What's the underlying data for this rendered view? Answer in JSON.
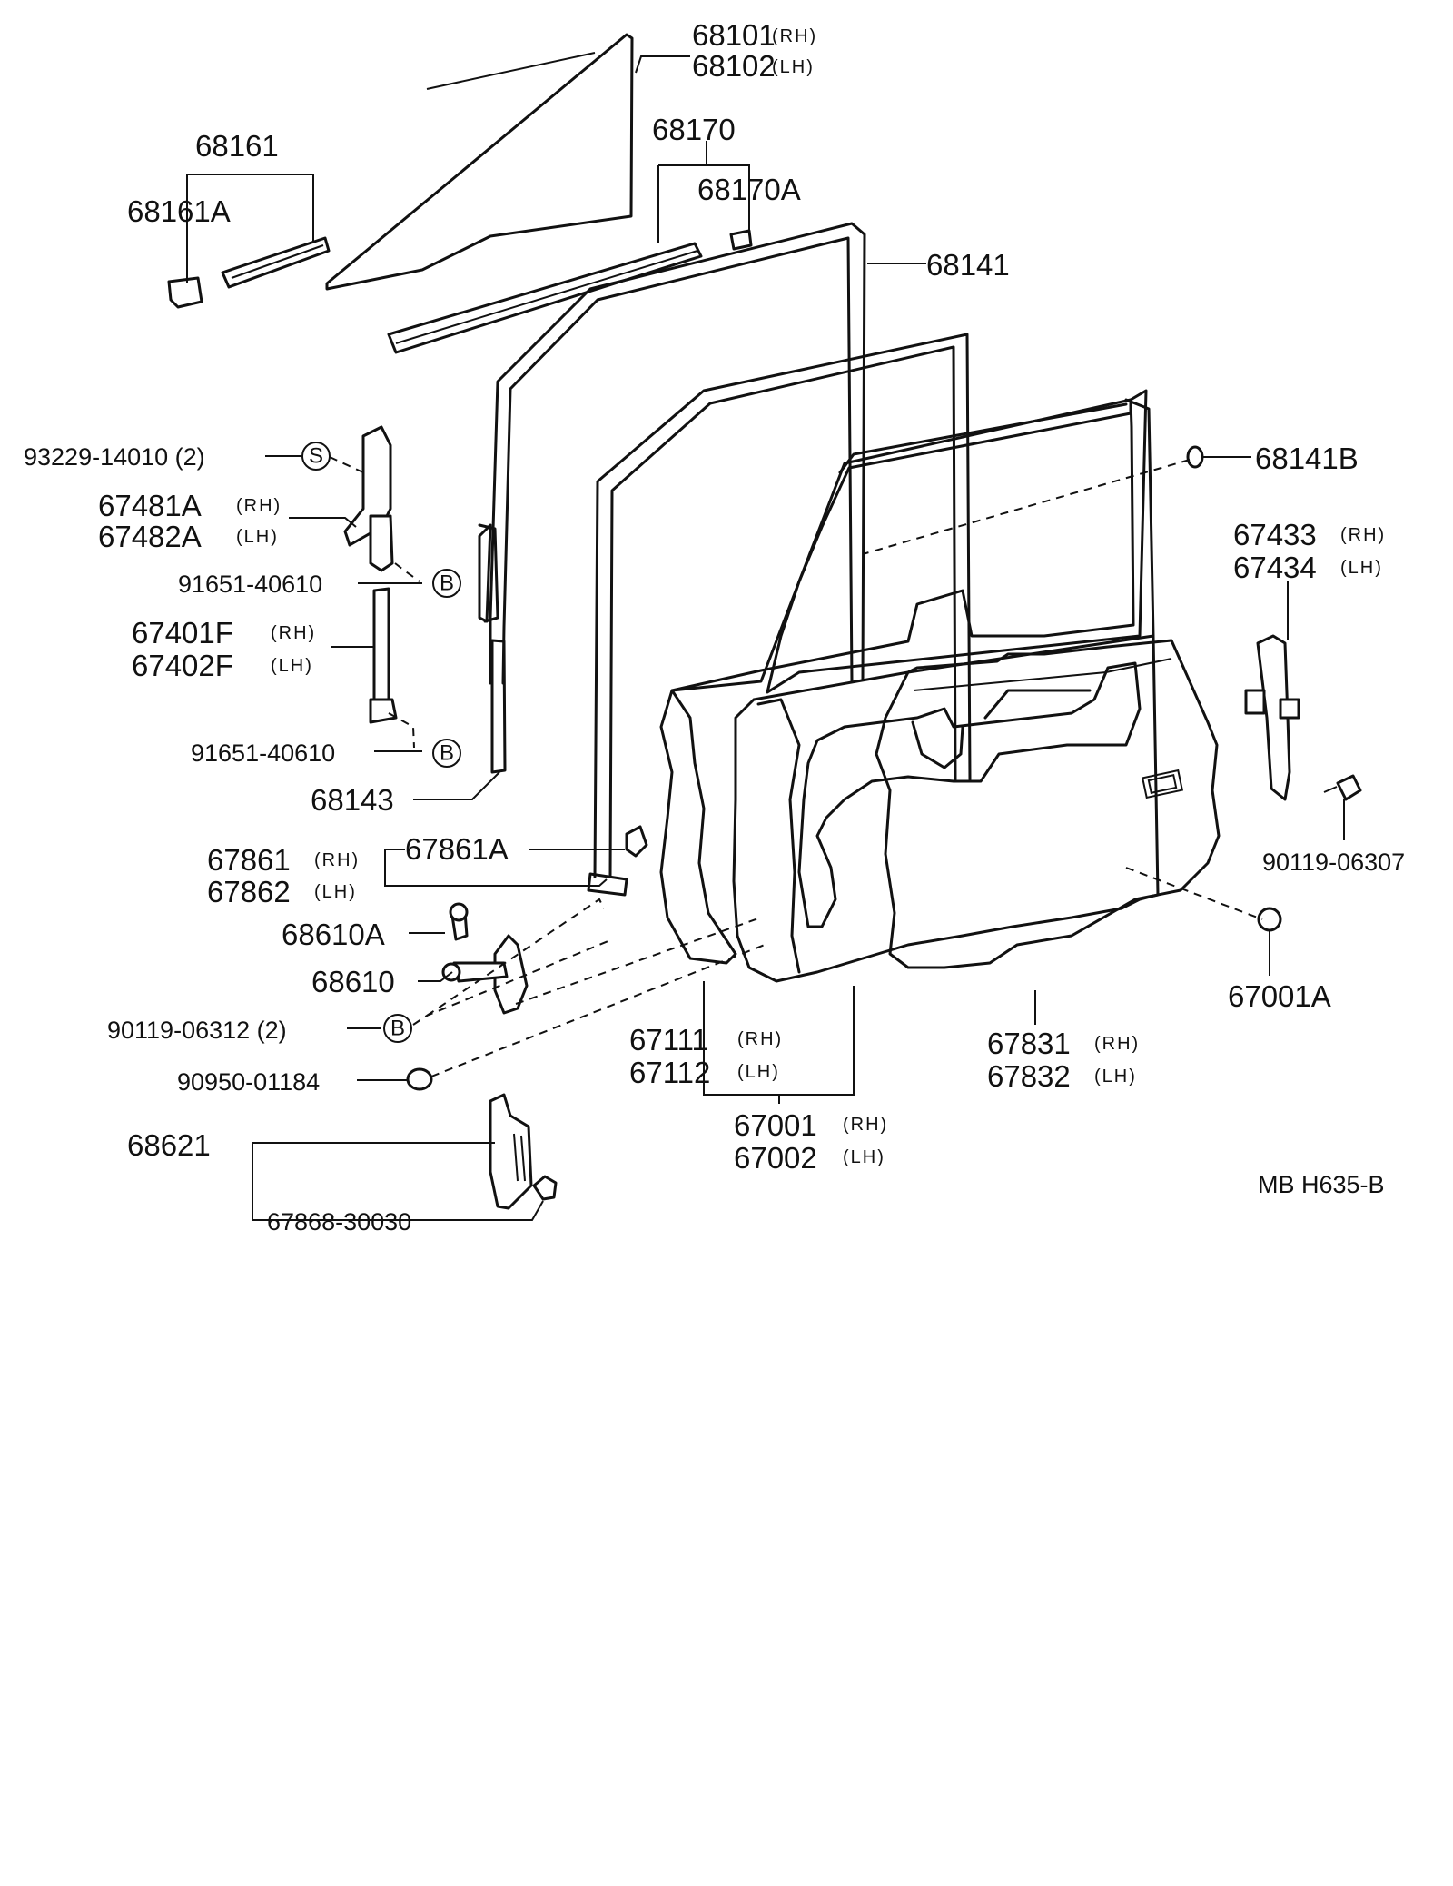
{
  "labels": {
    "p68101": "68101",
    "p68101_rh": "(RH)",
    "p68102": "68102",
    "p68102_lh": "(LH)",
    "p68161": "68161",
    "p68161a": "68161A",
    "p68170": "68170",
    "p68170a": "68170A",
    "p68141": "68141",
    "p68141b": "68141B",
    "p93229": "93229-14010 (2)",
    "p67481a": "67481A",
    "p67481a_rh": "(RH)",
    "p67482a": "67482A",
    "p67482a_lh": "(LH)",
    "p91651_a": "91651-40610",
    "p67401f": "67401F",
    "p67401f_rh": "(RH)",
    "p67402f": "67402F",
    "p67402f_lh": "(LH)",
    "p91651_b": "91651-40610",
    "p68143": "68143",
    "p67861a": "67861A",
    "p67861": "67861",
    "p67861_rh": "(RH)",
    "p67862": "67862",
    "p67862_lh": "(LH)",
    "p68610a": "68610A",
    "p68610": "68610",
    "p90119_06312": "90119-06312 (2)",
    "p90950": "90950-01184",
    "p68621": "68621",
    "p67868": "67868-30030",
    "p67111": "67111",
    "p67111_rh": "(RH)",
    "p67112": "67112",
    "p67112_lh": "(LH)",
    "p67001": "67001",
    "p67001_rh": "(RH)",
    "p67002": "67002",
    "p67002_lh": "(LH)",
    "p67831": "67831",
    "p67831_rh": "(RH)",
    "p67832": "67832",
    "p67832_lh": "(LH)",
    "p67433": "67433",
    "p67433_rh": "(RH)",
    "p67434": "67434",
    "p67434_lh": "(LH)",
    "p90119_06307": "90119-06307",
    "p67001a": "67001A",
    "ref_code": "MB  H635-B"
  },
  "callout_marks": {
    "s_mark": "S",
    "b_mark": "B"
  },
  "colors": {
    "ink": "#111111",
    "paper": "#ffffff"
  }
}
